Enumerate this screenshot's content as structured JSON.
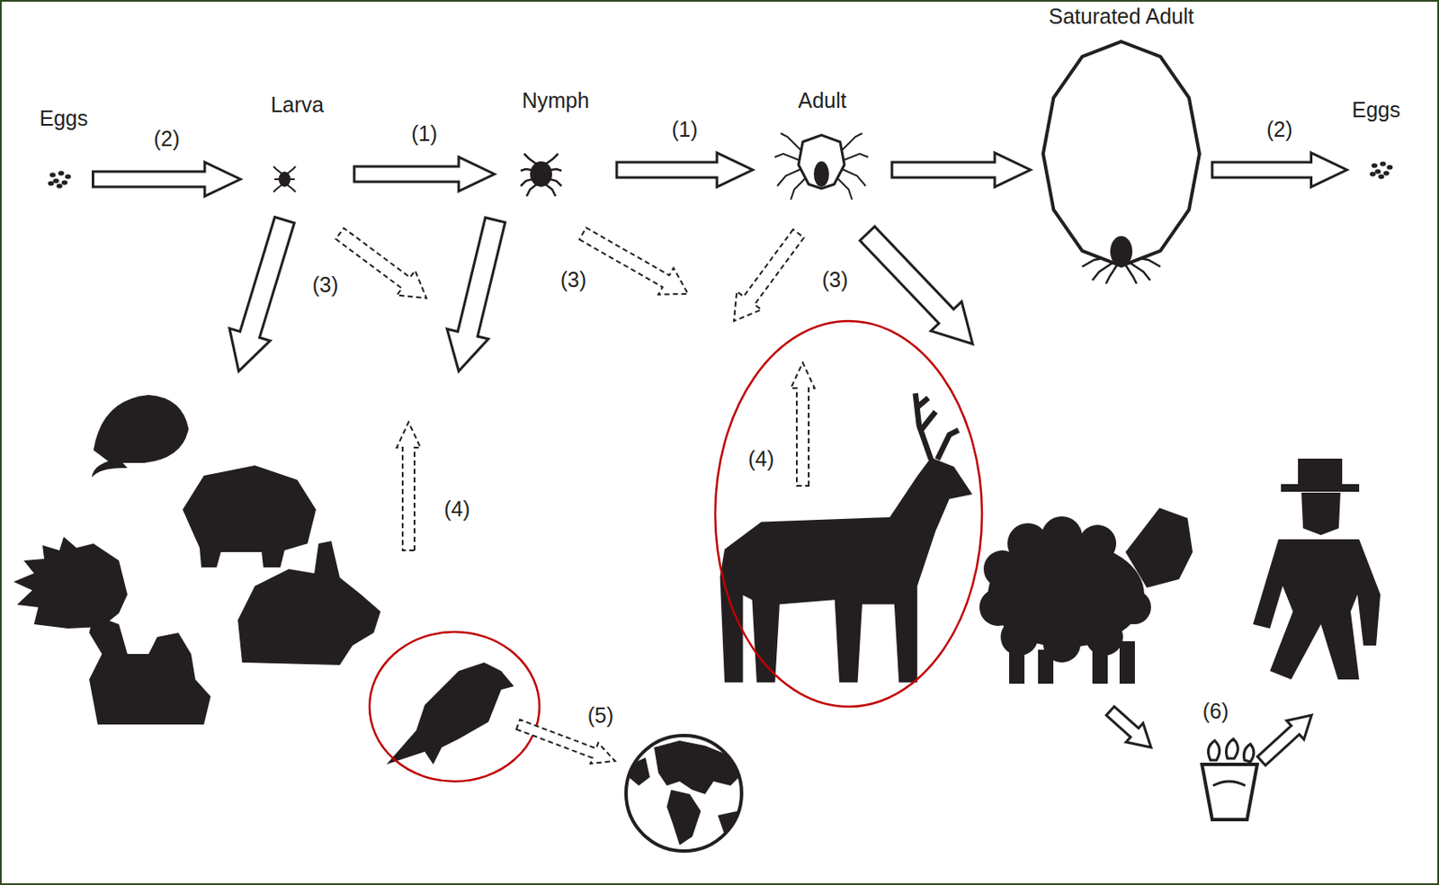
{
  "diagram": {
    "nodes": [
      {
        "text": [
          "Eggs"
        ]
      },
      {
        "text": [
          "Larva"
        ]
      },
      {
        "text": [
          "Nymph"
        ]
      },
      {
        "text": [
          "Adult"
        ]
      },
      {
        "text": [
          "Saturated Adult"
        ]
      },
      {
        "text": [
          "Eggs"
        ]
      }
    ],
    "edges": [
      {
        "from": 0,
        "to": 1,
        "arrow": "to",
        "label": "(2)"
      },
      {
        "from": 1,
        "to": 2,
        "arrow": "to",
        "label": "(1)"
      },
      {
        "from": 2,
        "to": 3,
        "arrow": "to",
        "label": "(1)"
      },
      {
        "from": 3,
        "to": 4,
        "arrow": "to"
      },
      {
        "from": 4,
        "to": 5,
        "arrow": "to",
        "label": "(2)"
      }
    ],
    "labels": [
      "(3)",
      "(3)",
      "(3)",
      "(4)",
      "(4)",
      "(5)",
      "(6)"
    ]
  }
}
